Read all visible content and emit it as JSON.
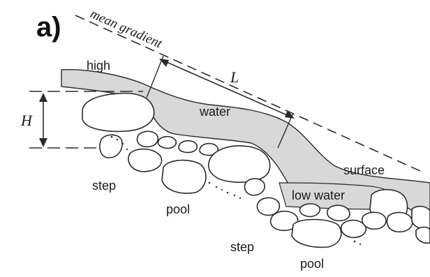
{
  "figure": {
    "panel_label": "a)",
    "labels": {
      "mean_gradient": "mean gradient",
      "high": "high",
      "water": "water",
      "surface": "surface",
      "low_water": "low water",
      "step_1": "step",
      "pool_1": "pool",
      "step_2": "step",
      "pool_2": "pool",
      "length_symbol": "L",
      "height_symbol": "H"
    },
    "colors": {
      "water_fill": "#d8d8d8",
      "ink": "#2a2a2a",
      "background": "#ffffff"
    }
  }
}
